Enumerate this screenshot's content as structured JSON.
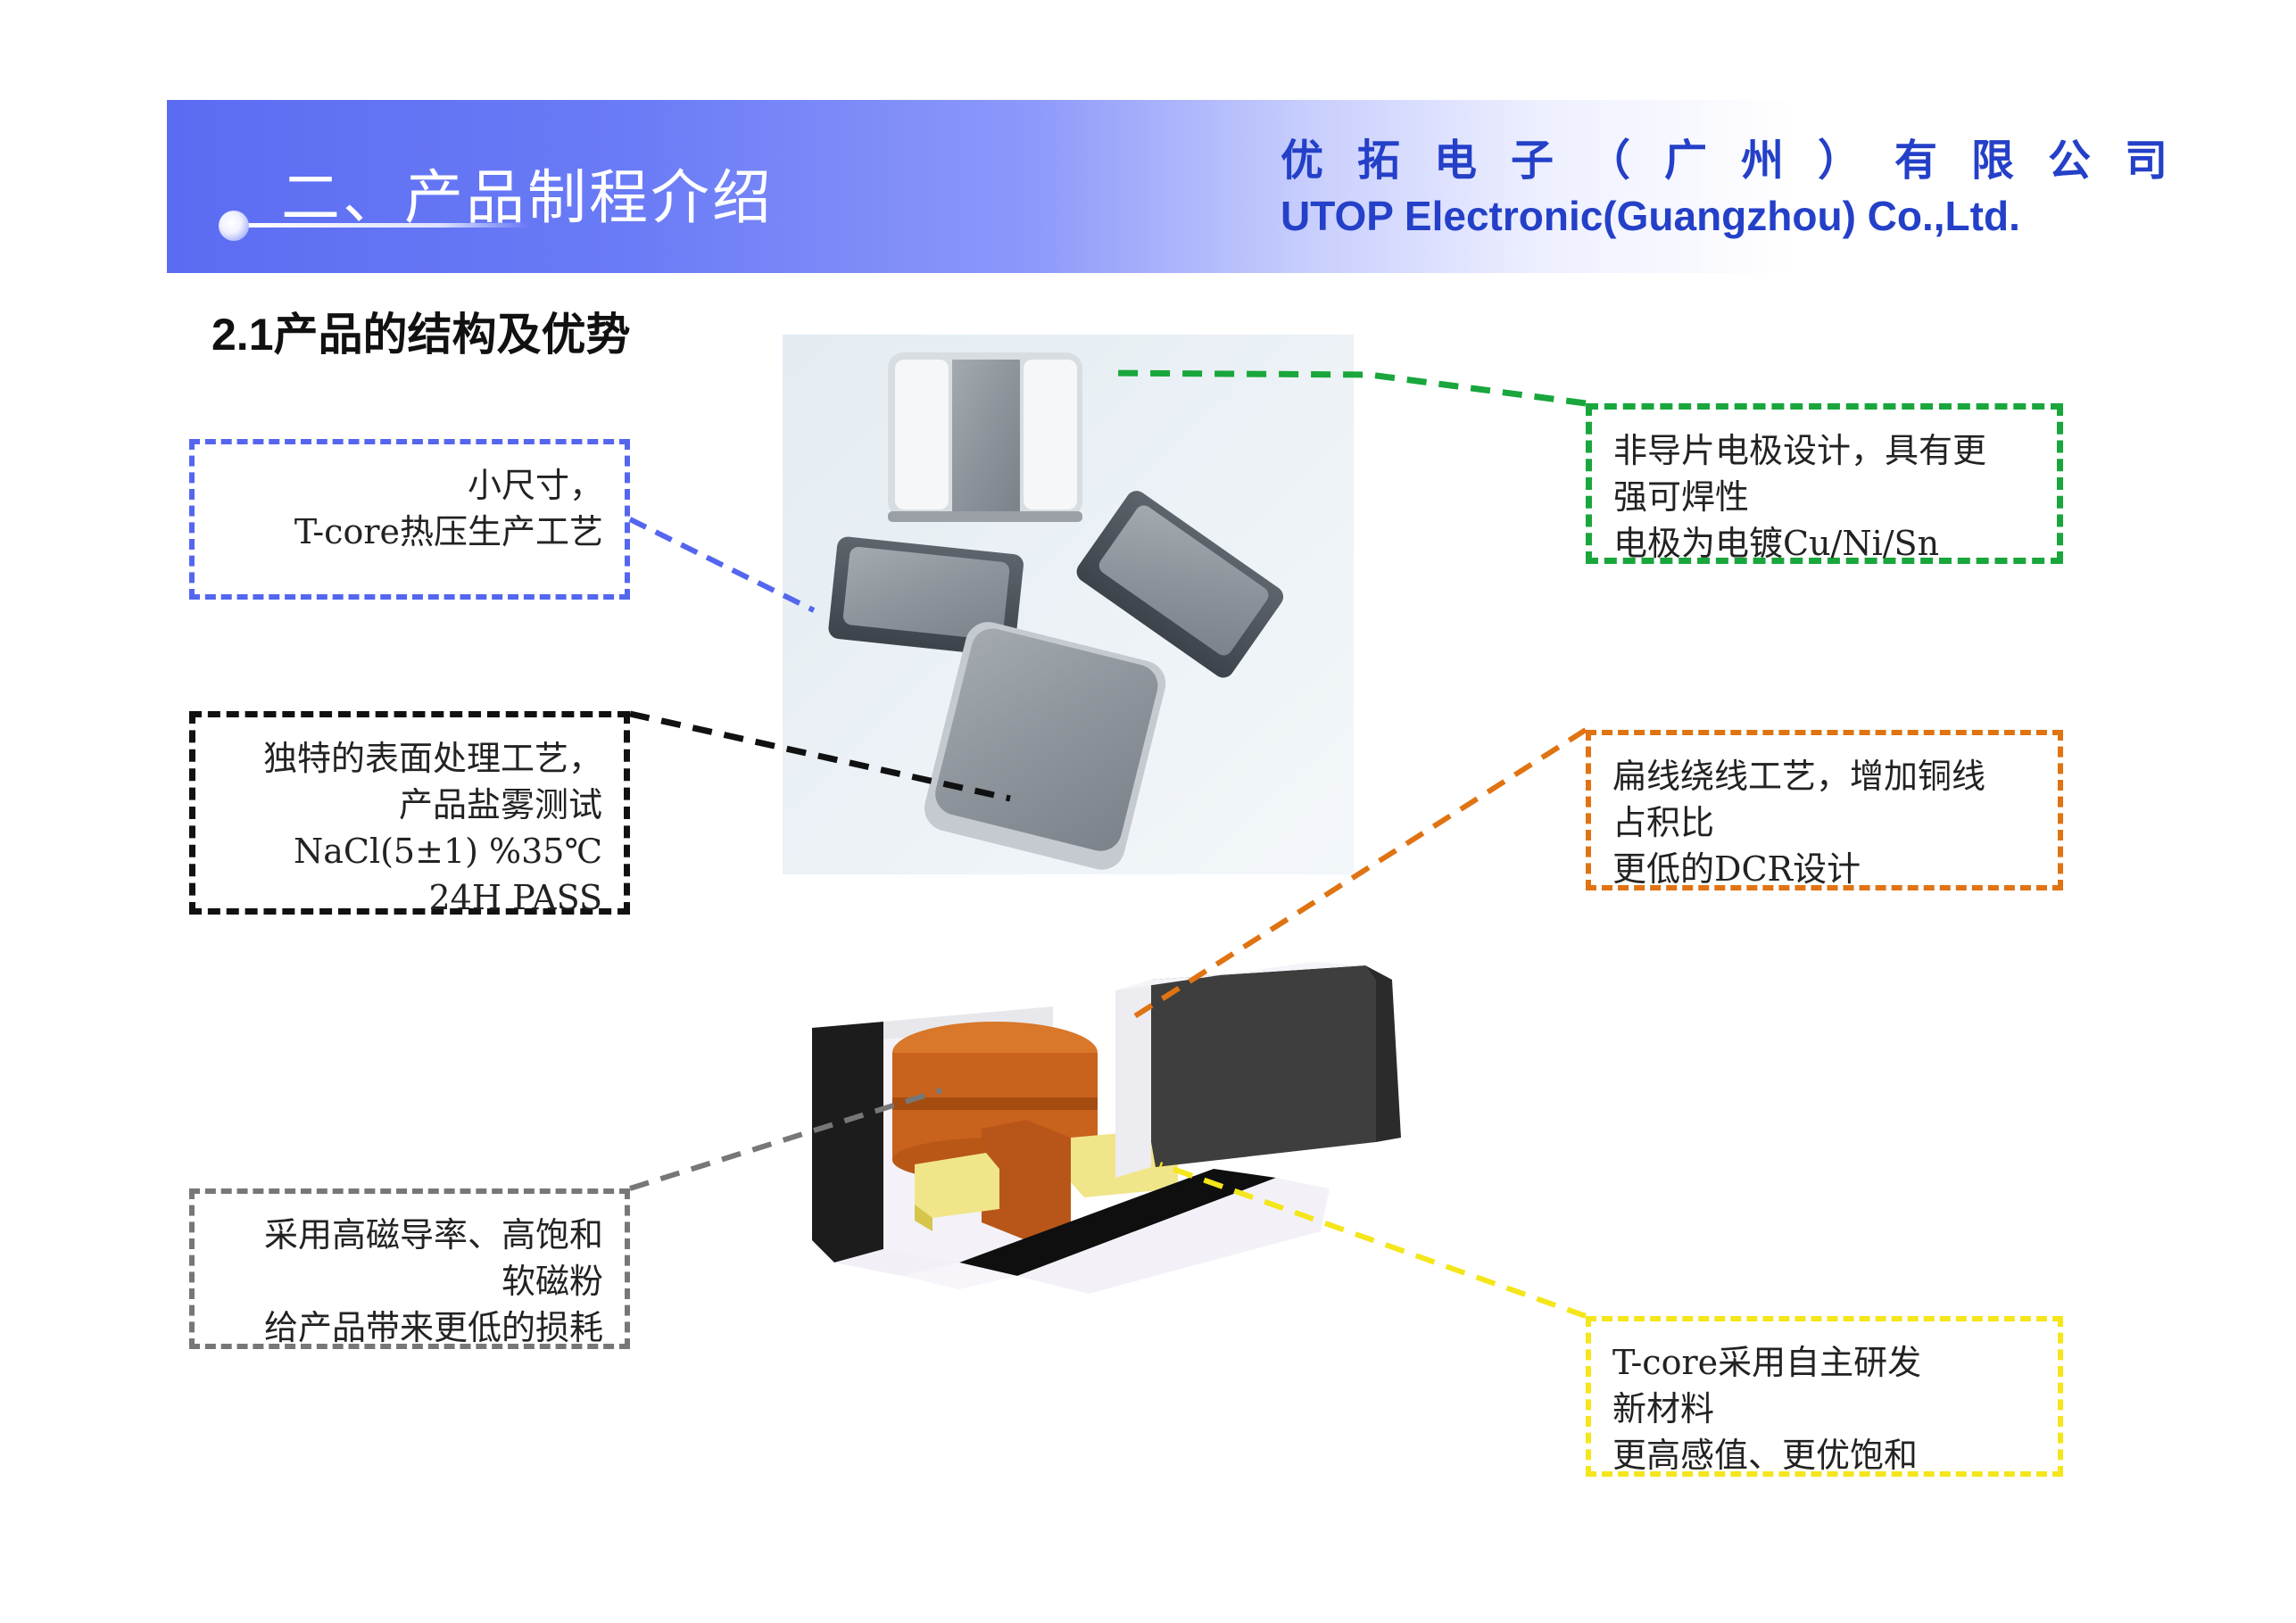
{
  "header": {
    "title": "二、产品制程介绍",
    "company_cn": "优拓电子（广州）有限公司",
    "company_en": "UTOP Electronic(Guangzhou) Co.,Ltd."
  },
  "section_title": "2.1产品的结构及优势",
  "callouts": {
    "blue": [
      "小尺寸，",
      "T-core热压生产工艺"
    ],
    "black": [
      "独特的表面处理工艺，",
      "产品盐雾测试",
      "NaCl(5±1) %35℃",
      "24H PASS"
    ],
    "gray": [
      "采用高磁导率、高饱和",
      "软磁粉",
      "给产品带来更低的损耗"
    ],
    "green": [
      "非导片电极设计，具有更",
      "强可焊性",
      "电极为电镀Cu/Ni/Sn"
    ],
    "orange": [
      "扁线绕线工艺，增加铜线",
      "占积比",
      "更低的DCR设计"
    ],
    "yellow": [
      "T-core采用自主研发",
      "新材料",
      "更高感值、更优饱和"
    ]
  },
  "colors": {
    "blue": "#5566ee",
    "black": "#111111",
    "gray": "#777777",
    "green": "#19a63c",
    "orange": "#e07312",
    "yellow": "#f4e61a",
    "brand": "#2440c8"
  }
}
